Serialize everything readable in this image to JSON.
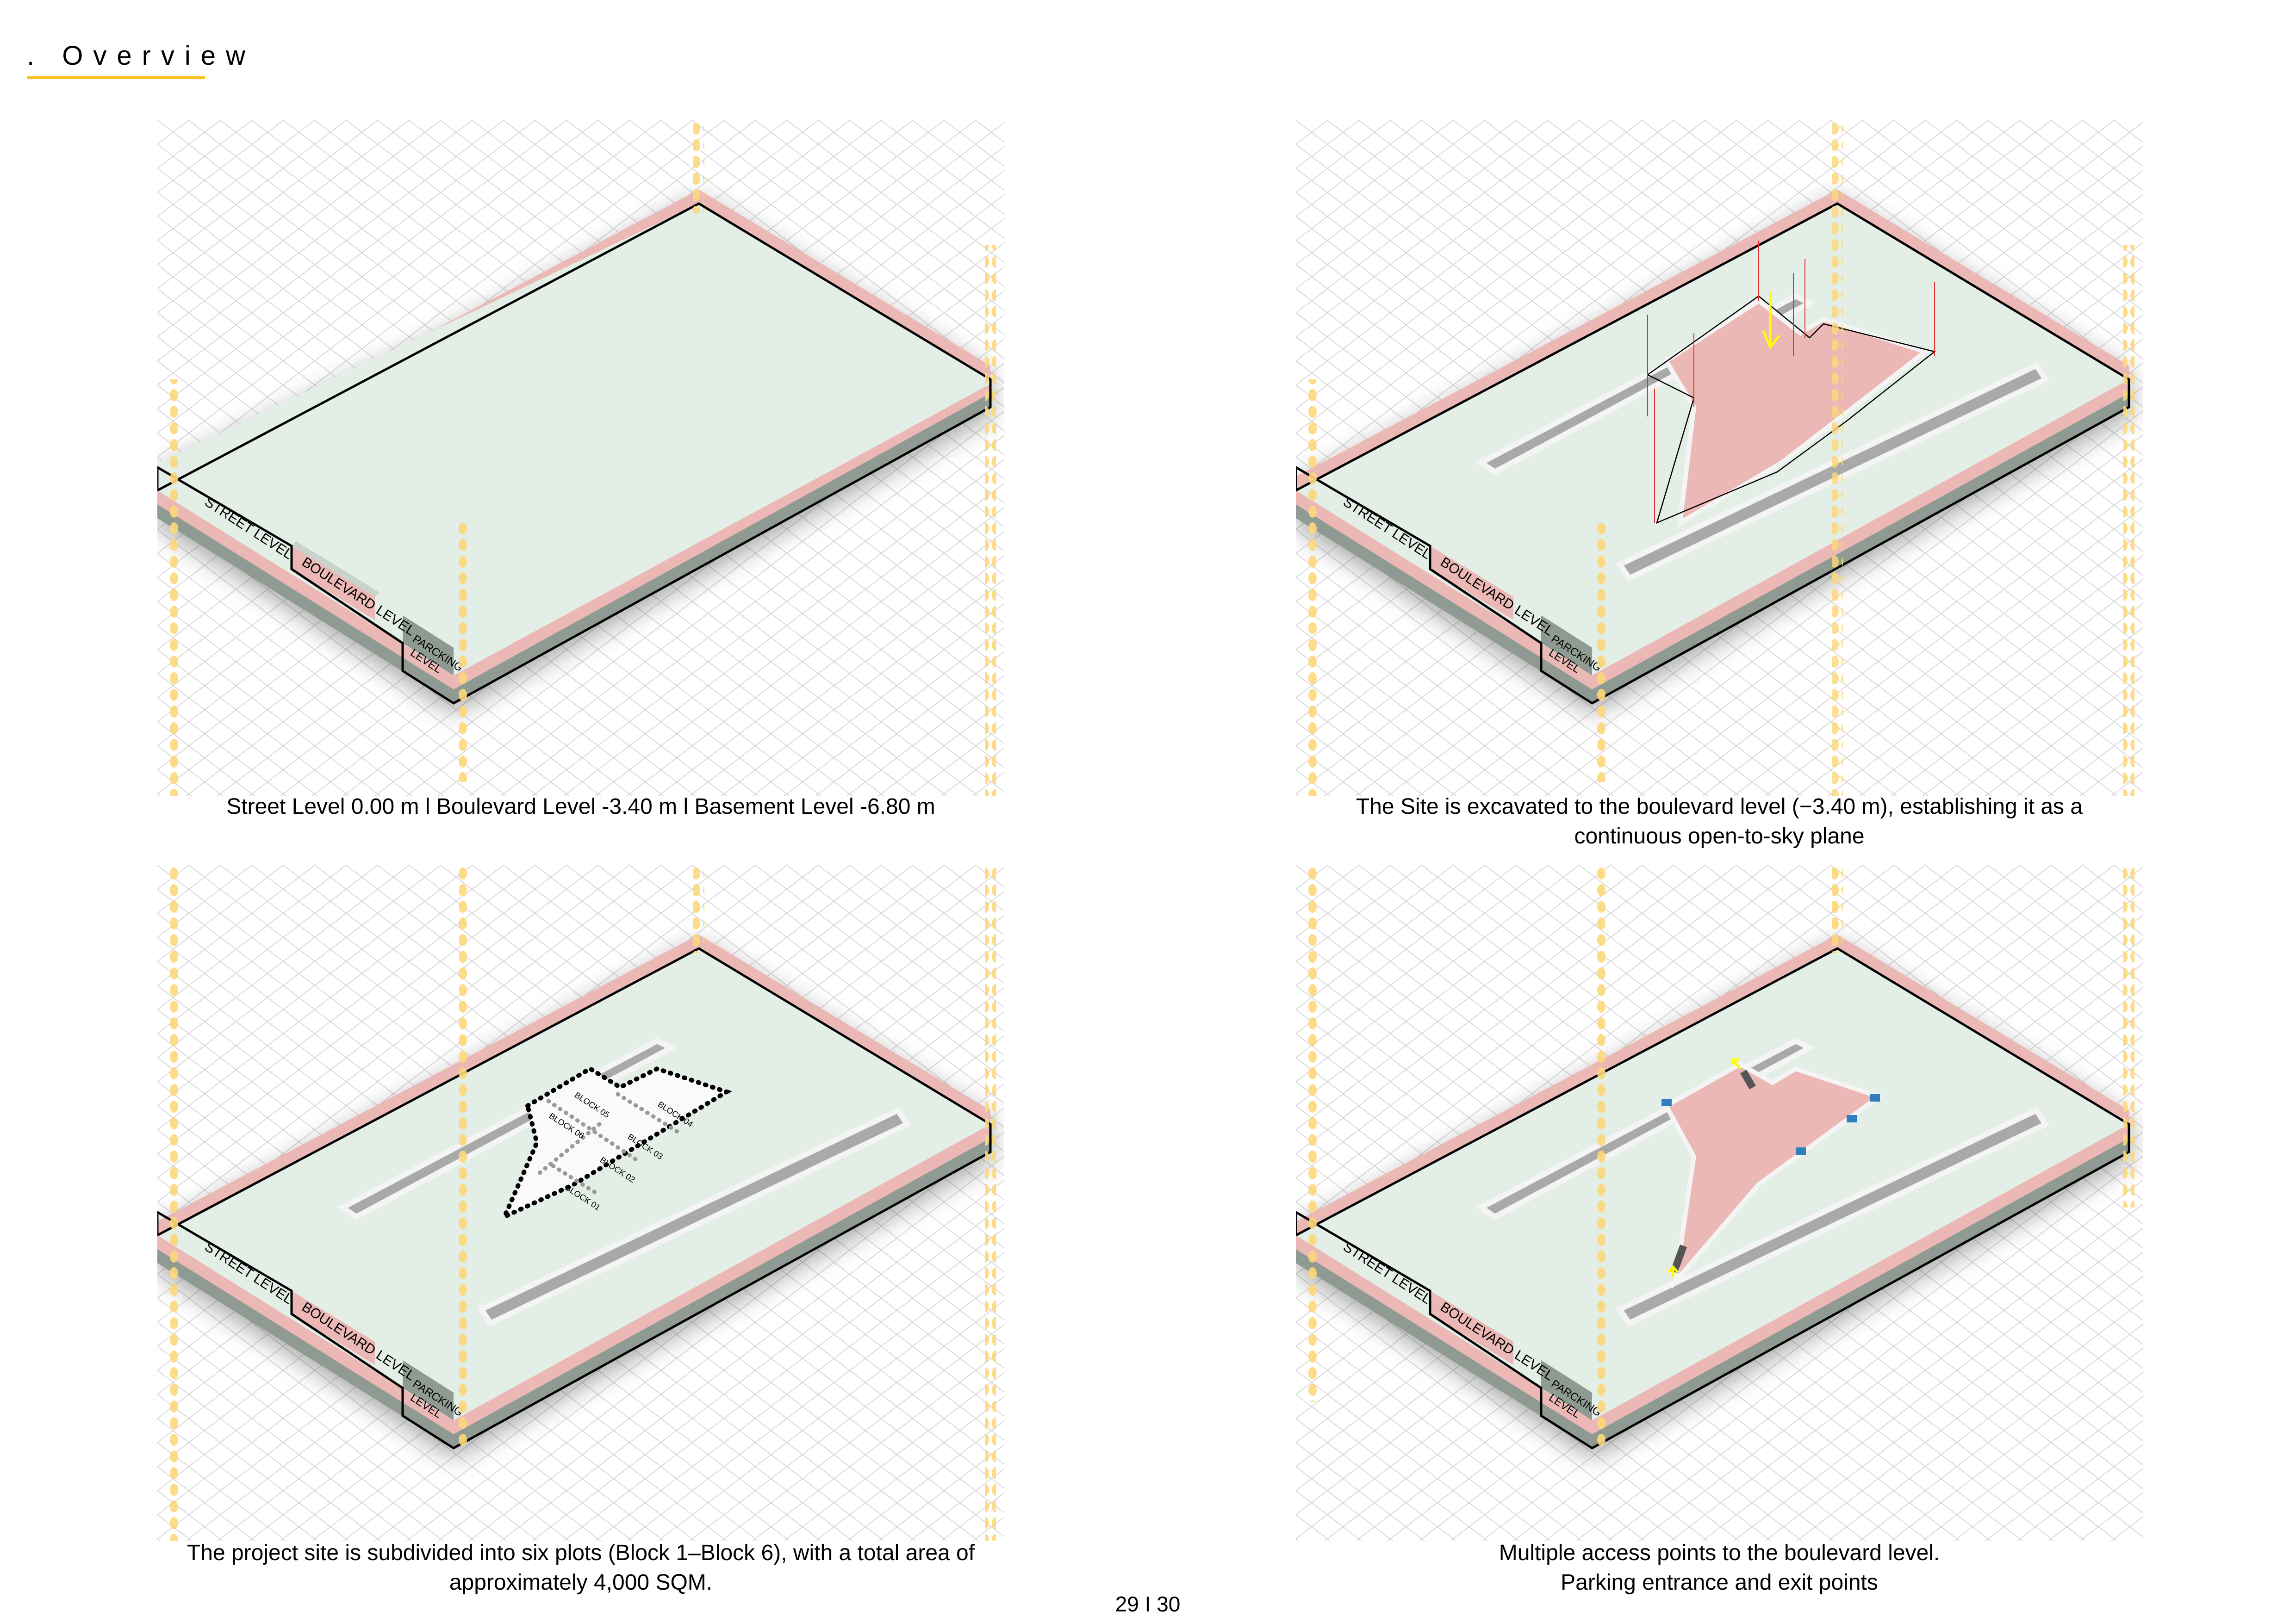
{
  "page": {
    "title": ". Overview",
    "accent_color": "#f9bf1c",
    "page_number": "29 I 30"
  },
  "colors": {
    "street_level": "#e3eee6",
    "boulevard_level": "#ecb8b6",
    "parking_level": "#8f9b92",
    "road": "#a9a9a9",
    "guide_dots": "#fdd77a",
    "grid_line": "#cccccc",
    "outline": "#000000",
    "excavation_line": "#e53030",
    "arrow": "#ffff00",
    "access_point": "#2f7fbf"
  },
  "panels": [
    {
      "id": "levels",
      "labels": {
        "street": "STREET LEVEL",
        "boulevard": "BOULEVARD LEVEL",
        "parking_1": "PARCKING",
        "parking_2": "LEVEL"
      },
      "caption_lines": [
        "Street Level 0.00 m l Boulevard Level -3.40 m l Basement Level -6.80 m"
      ]
    },
    {
      "id": "excavation",
      "labels": {
        "street": "STREET LEVEL",
        "boulevard": "BOULEVARD LEVEL",
        "parking_1": "PARCKING",
        "parking_2": "LEVEL"
      },
      "caption_lines": [
        "The Site is excavated to the boulevard level (−3.40 m), establishing it as a",
        "continuous open-to-sky plane"
      ]
    },
    {
      "id": "plots",
      "labels": {
        "street": "STREET LEVEL",
        "boulevard": "BOULEVARD LEVEL",
        "parking_1": "PARCKING",
        "parking_2": "LEVEL"
      },
      "blocks": [
        "BLOCK 01",
        "BLOCK 02",
        "BLOCK 03",
        "BLOCK 04",
        "BLOCK 05",
        "BLOCK 06"
      ],
      "caption_lines": [
        "The project site is subdivided into six plots (Block 1–Block 6), with a total area of",
        "approximately 4,000 SQM."
      ]
    },
    {
      "id": "access",
      "labels": {
        "street": "STREET LEVEL",
        "boulevard": "BOULEVARD LEVEL",
        "parking_1": "PARCKING",
        "parking_2": "LEVEL"
      },
      "caption_lines": [
        "Multiple access points to the boulevard level.",
        "Parking entrance and exit points"
      ]
    }
  ]
}
